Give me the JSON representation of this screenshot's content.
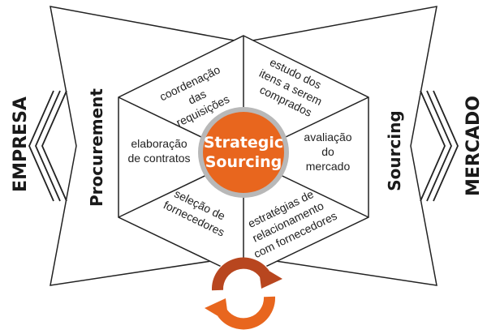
{
  "center": {
    "line1": "Strategic",
    "line2": "Sourcing"
  },
  "segments": {
    "coordination": [
      "coordenação",
      "das",
      "requisições"
    ],
    "study": [
      "estudo dos",
      "itens a serem",
      "comprados"
    ],
    "market": [
      "avaliação",
      "do",
      "mercado"
    ],
    "strategies": [
      "estratégias de",
      "relacionamento",
      "com fornecedores"
    ],
    "selection": [
      "seleção de",
      "fornecedores"
    ],
    "contracts": [
      "elaboração",
      "de contratos"
    ]
  },
  "sides": {
    "empresa": "EMPRESA",
    "procurement": "Procurement",
    "sourcing": "Sourcing",
    "mercado": "MERCADO"
  },
  "colors": {
    "center_fill": "#e8661e",
    "center_ring": "#b8b8b8",
    "cycle_light": "#e8661e",
    "cycle_dark": "#b8461f",
    "outline": "#222222"
  },
  "icons": {
    "left_chevrons": "chevron-left-icon",
    "right_chevrons": "chevron-right-icon",
    "cycle": "cycle-arrows-icon"
  }
}
